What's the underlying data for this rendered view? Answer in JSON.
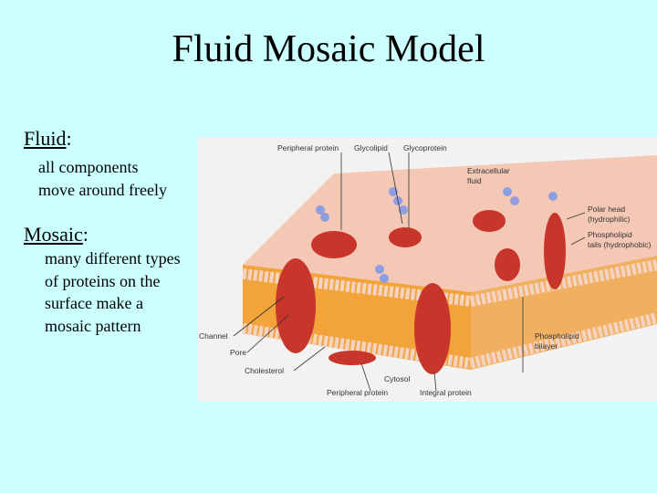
{
  "slide": {
    "title": "Fluid Mosaic Model",
    "fluid_heading": "Fluid",
    "fluid_colon": ":",
    "fluid_lines": [
      "all components",
      "move around freely"
    ],
    "mosaic_heading": "Mosaic",
    "mosaic_colon": ":",
    "mosaic_lines": [
      "many different types",
      "of proteins on the",
      "surface make a",
      "mosaic pattern"
    ]
  },
  "figure": {
    "labels": {
      "peripheral_top": "Peripheral protein",
      "glycolipid": "Glycolipid",
      "glycoprotein": "Glycoprotein",
      "extracellular_1": "Extracellular",
      "extracellular_2": "fluid",
      "polar_head_1": "Polar head",
      "polar_head_2": "(hydrophilic)",
      "tails_1": "Phospholipid",
      "tails_2": "tails (hydrophobic)",
      "channel": "Channel",
      "pore": "Pore",
      "cholesterol": "Cholesterol",
      "cytosol": "Cytosol",
      "peripheral_bottom": "Peripheral protein",
      "integral": "Integral protein",
      "bilayer_1": "Phospholipid",
      "bilayer_2": "bilayer"
    },
    "colors": {
      "surface": "#f4c8b4",
      "heads": "#f6d2c0",
      "tails": "#f2a33a",
      "protein": "#c8352a",
      "sugar": "#8e9ee0",
      "line": "#333333"
    }
  }
}
